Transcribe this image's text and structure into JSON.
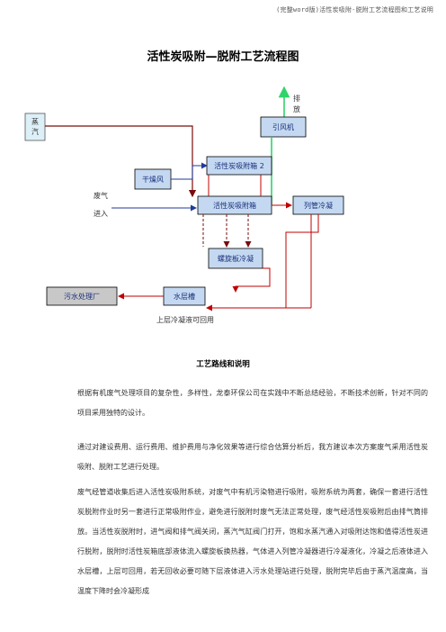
{
  "page": {
    "header": "(完整word版)活性炭吸附-脱附工艺流程图和工艺说明",
    "title": "活性炭吸附—脱附工艺流程图"
  },
  "diagram": {
    "steam_label": "蒸\n汽",
    "exhaust_label": "排\n放",
    "inlet_label": "废气\n进入",
    "fan": "引风机",
    "adsorber2": "活性炭吸附箱 2",
    "dryer_fan": "干燥风",
    "adsorber1": "活性炭吸附箱",
    "shell_condenser": "列管冷凝",
    "spiral_cooler": "螺旋板冷凝",
    "sewage": "污水处理厂",
    "water_tank": "水层槽",
    "recovery_note": "上层冷凝液可回用",
    "colors": {
      "box_fill": "#c4d9f1",
      "box_stroke": "#000000",
      "green": "#2fd46a",
      "red": "#c00000",
      "dark_red": "#7a0d0d",
      "blue": "#1f3b9a",
      "steam_fill": "#ddf0f8",
      "gray": "#c8c8c8"
    }
  },
  "section_title": "工艺路线和说明",
  "paragraphs": [
    "根据有机废气处理项目的复杂性，多样性，龙泰环保公司在实践中不断总结经验，不断技术创新，针对不同的项目采用独特的设计。",
    "通过对建设费用、运行费用、维护费用与净化效果等进行综合估算分析后，我方建议本次方案废气采用活性炭吸附、脱附工艺进行处理。",
    "废气经管道收集后进入活性炭吸附系统，对废气中有机污染物进行吸附，吸附系统为两套，确保一套进行活性炭脱附作业时另一套进行正常吸附作业，避免进行脱附时废气无法正常处理，废气经活性炭吸附后由排气筒排放。当活性炭脱附时，进气阀和排气阀关闭，蒸汽气缸阀门打开，饱和水蒸汽通入对吸附达饱和值得活性炭进行脱附，脱附时活性炭箱底部液体流入螺旋板换热器，气体进入列管冷凝器进行冷凝液化，冷凝之后液体进入水层槽，上层可回用，若无回收必要可随下层液体进入污水处理站进行处理，脱附完毕后由于蒸汽温度高，当温度下降时会冷凝形成"
  ]
}
